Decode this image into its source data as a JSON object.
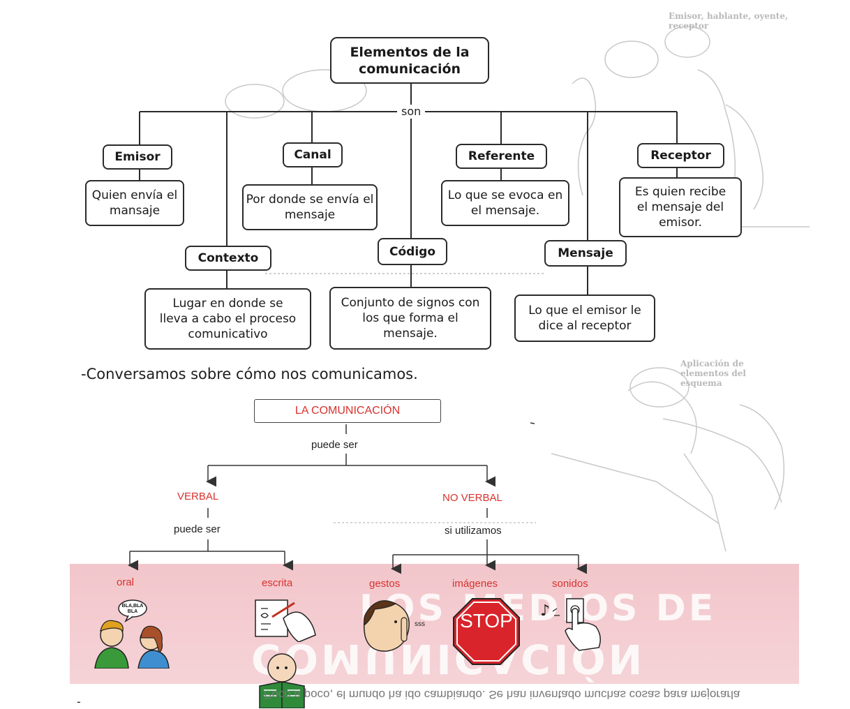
{
  "map": {
    "title_line1": "Elementos de la",
    "title_line2": "comunicación",
    "connector": "son",
    "nodes": {
      "emisor": {
        "label": "Emisor",
        "desc": "Quien envía el mansaje"
      },
      "canal": {
        "label": "Canal",
        "desc": "Por donde se envía el mensaje"
      },
      "referente": {
        "label": "Referente",
        "desc": "Lo que se evoca en el mensaje."
      },
      "receptor": {
        "label": "Receptor",
        "desc": "Es quien recibe el mensaje del emisor."
      },
      "contexto": {
        "label": "Contexto",
        "desc": "Lugar en donde se lleva a cabo el proceso comunicativo"
      },
      "codigo": {
        "label": "Código",
        "desc": "Conjunto de signos con los que forma el mensaje."
      },
      "mensaje": {
        "label": "Mensaje",
        "desc": "Lo que el emisor le dice al receptor"
      }
    }
  },
  "subtitle": "-Conversamos  sobre cómo nos comunicamos.",
  "lower": {
    "title": "LA COMUNICACIÓN",
    "connector": "puede ser",
    "verbal": "VERBAL",
    "no_verbal": "NO VERBAL",
    "verbal_connector": "puede ser",
    "no_verbal_connector": "si utilizamos",
    "leaves": {
      "oral": "oral",
      "escrita": "escrita",
      "gestos": "gestos",
      "imagenes": "imágenes",
      "sonidos": "sonidos"
    },
    "bubble": "BLA,BLA BLA",
    "stop_sign": "STOP",
    "shh": "sss"
  },
  "background": {
    "top_right_heading": "Emisor, hablante, oyente, receptor",
    "left_heading": "Aplicación de elementos del esquema",
    "band_line1": "LOS MEDIOS DE",
    "band_line2": "COMUNICACIÓN",
    "bottom_mirrored": "Poco a poco, el mundo ha ido cambiando. Se han inventado muchas cosas para mejorarla",
    "bottom_dash": "-"
  },
  "colors": {
    "accent_red": "#d7322e",
    "band_pink": "#f2c6cb",
    "stop_red": "#d8242a"
  }
}
